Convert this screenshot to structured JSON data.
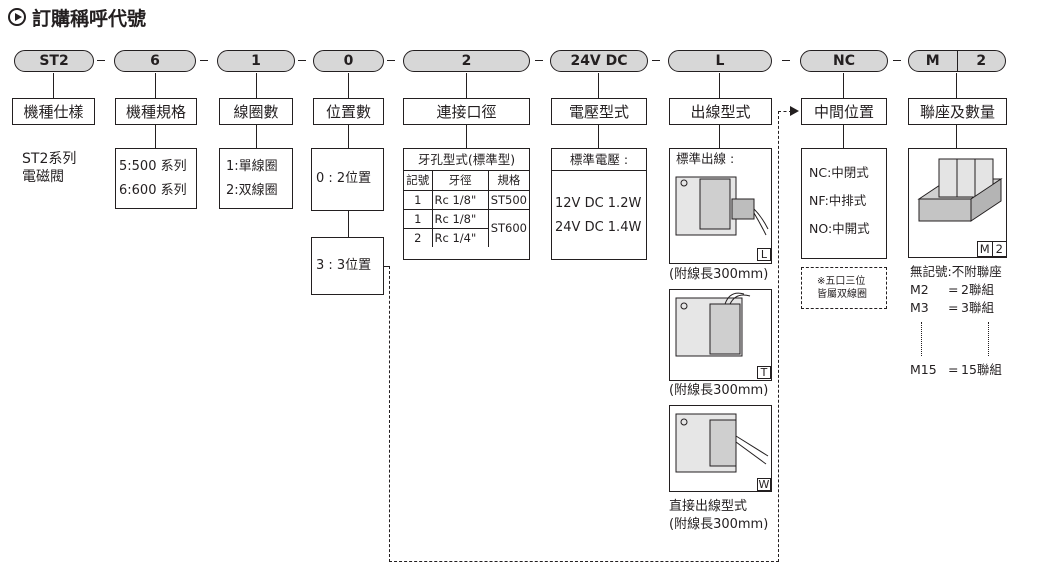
{
  "title": "訂購稱呼代號",
  "codes": {
    "series": "ST2",
    "size": "6",
    "type": "1",
    "position": "0",
    "port": "2",
    "voltage": "24V DC",
    "wiring": "L",
    "middle": "NC",
    "manifold_m": "M",
    "manifold_n": "2"
  },
  "headers": {
    "series": "機種仕樣",
    "size": "機種規格",
    "type": "線圈數",
    "position": "位置數",
    "port": "連接口徑",
    "voltage": "電壓型式",
    "wiring": "出線型式",
    "middle": "中間位置",
    "manifold": "聯座及數量"
  },
  "series_desc": [
    "ST2系列",
    "電磁閥"
  ],
  "size_options": [
    "5:500 系列",
    "6:600 系列"
  ],
  "type_options": [
    "1:單線圈",
    "2:双線圈"
  ],
  "position_options": [
    "0 : 2位置",
    "3 : 3位置"
  ],
  "port_table": {
    "title": "牙孔型式(標準型)",
    "columns": [
      "記號",
      "牙徑",
      "規格"
    ],
    "rows": [
      [
        "1",
        "Rc 1/8\"",
        "ST500"
      ],
      [
        "1",
        "Rc 1/8\"",
        "ST600"
      ],
      [
        "2",
        "Rc 1/4\"",
        ""
      ]
    ]
  },
  "voltage": {
    "title": "標準電壓 :",
    "options": [
      "12V DC 1.2W",
      "24V DC 1.4W"
    ]
  },
  "wiring": {
    "title": "標準出線 :",
    "items": [
      {
        "tag": "L",
        "caption": "(附線長300mm)"
      },
      {
        "tag": "T",
        "caption": "(附線長300mm)"
      },
      {
        "tag": "W",
        "caption_1": "直接出線型式",
        "caption_2": "(附線長300mm)"
      }
    ]
  },
  "middle_options": [
    "NC:中閉式",
    "NF:中排式",
    "NO:中開式"
  ],
  "middle_note": [
    "※五口三位",
    "皆屬双線圈"
  ],
  "manifold": {
    "tag_m": "M",
    "tag_n": "2",
    "legend": [
      {
        "code": "無記號",
        "sep": ":",
        "desc": "不附聯座"
      },
      {
        "code": "M2",
        "sep": "=",
        "desc": "2聯組"
      },
      {
        "code": "M3",
        "sep": "=",
        "desc": "3聯組"
      },
      {
        "code": "M15",
        "sep": "=",
        "desc": "15聯組"
      }
    ]
  },
  "colors": {
    "pill_fill": "#d7d7d7",
    "line": "#231f20"
  }
}
